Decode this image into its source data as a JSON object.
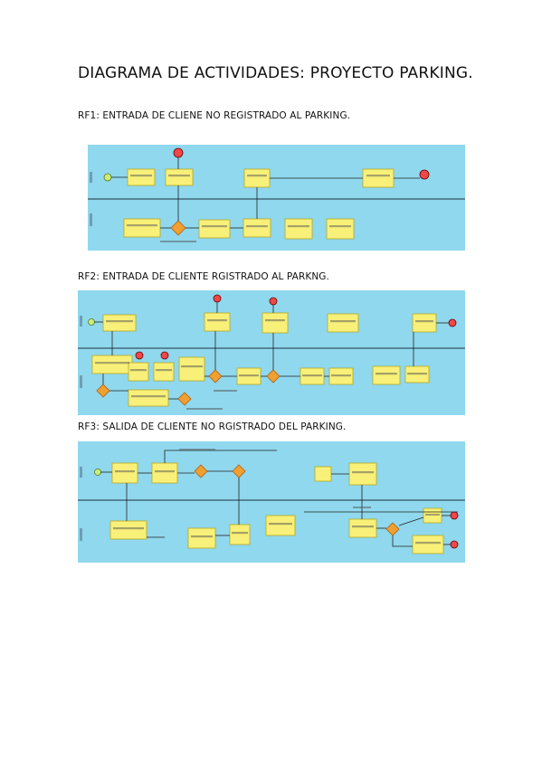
{
  "document": {
    "title": "DIAGRAMA DE ACTIVIDADES: PROYECTO PARKING.",
    "sections": [
      {
        "heading": "RF1: ENTRADA DE CLIENE NO REGISTRADO AL PARKING."
      },
      {
        "heading": "RF2: ENTRADA DE CLIENTE RGISTRADO AL PARKNG."
      },
      {
        "heading": "RF3: SALIDA DE CLIENTE NO RGISTRADO DEL PARKING."
      }
    ]
  }
}
